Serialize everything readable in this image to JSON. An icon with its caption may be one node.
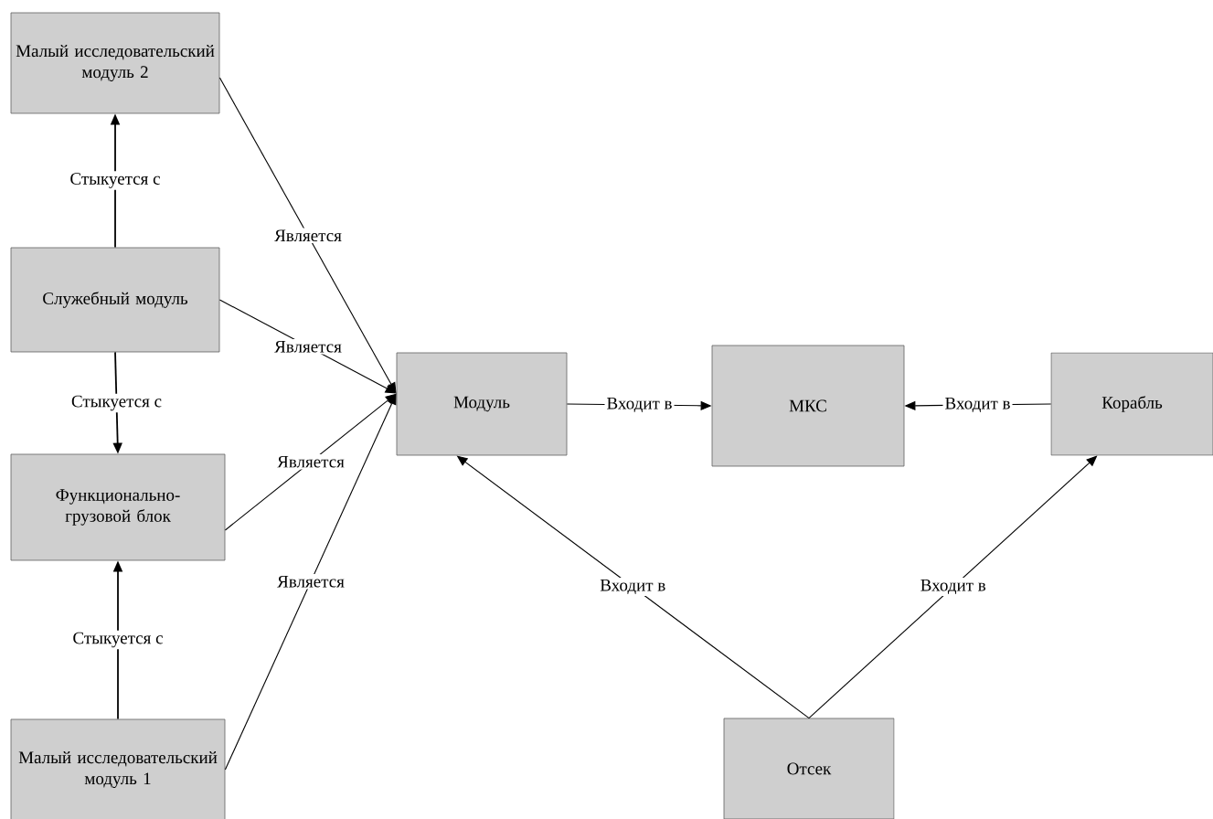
{
  "diagram": {
    "nodes": [
      {
        "text": [
          "Малый исследовательский модуль 2"
        ]
      },
      {
        "text": [
          "Служебный модуль"
        ]
      },
      {
        "text": [
          "Функционально-грузовой блок"
        ]
      },
      {
        "text": [
          "Малый исследовательский модуль 1"
        ]
      },
      {
        "text": [
          "Модуль"
        ]
      },
      {
        "text": [
          "МКС"
        ]
      },
      {
        "text": [
          "Корабль"
        ]
      },
      {
        "text": [
          "Отсек"
        ]
      }
    ],
    "edges": [
      {
        "from": 1,
        "to": 0,
        "arrow": "to",
        "label": "Стыкуется с"
      },
      {
        "from": 1,
        "to": 2,
        "arrow": "to",
        "label": "Стыкуется с"
      },
      {
        "from": 3,
        "to": 2,
        "arrow": "to",
        "label": "Стыкуется с"
      },
      {
        "from": 0,
        "to": 4,
        "arrow": "to",
        "label": "Является"
      },
      {
        "from": 1,
        "to": 4,
        "arrow": "to",
        "label": "Является"
      },
      {
        "from": 2,
        "to": 4,
        "arrow": "to",
        "label": "Является"
      },
      {
        "from": 3,
        "to": 4,
        "arrow": "to",
        "label": "Является"
      },
      {
        "from": 4,
        "to": 5,
        "arrow": "to",
        "label": "Входит в"
      },
      {
        "from": 6,
        "to": 5,
        "arrow": "to",
        "label": "Входит в"
      },
      {
        "from": 7,
        "to": 4,
        "arrow": "to",
        "label": "Входит в"
      },
      {
        "from": 7,
        "to": 6,
        "arrow": "to",
        "label": "Входит в"
      }
    ]
  }
}
